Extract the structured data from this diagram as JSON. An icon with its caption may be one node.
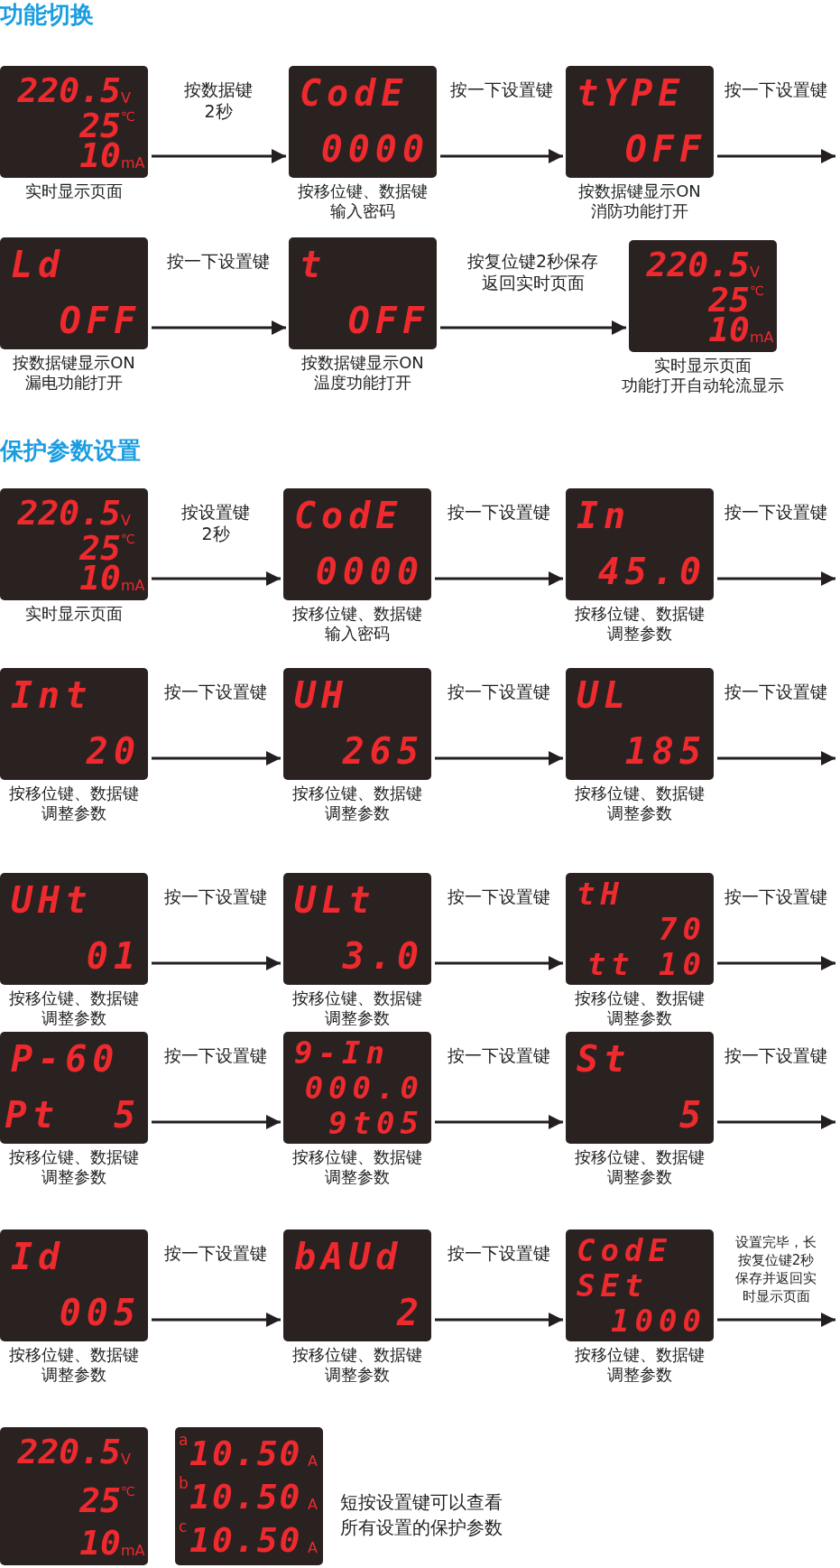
{
  "diagram": {
    "nodes": [
      {
        "text": [
          "220.5",
          "V",
          "25",
          "℃",
          "10",
          "mA"
        ],
        "beside": [
          "实时显示页面"
        ]
      },
      {
        "text": [
          "CodE",
          "0000"
        ],
        "beside": [
          "按移位键、数据键",
          "输入密码"
        ]
      },
      {
        "text": [
          "tYPE",
          "OFF"
        ],
        "beside": [
          "按数据键显示ON",
          "消防功能打开"
        ]
      },
      {
        "text": [
          "Ld",
          "OFF"
        ],
        "beside": [
          "按数据键显示ON",
          "漏电功能打开"
        ]
      },
      {
        "text": [
          "t",
          "OFF"
        ],
        "beside": [
          "按数据键显示ON",
          "温度功能打开"
        ]
      },
      {
        "text": [
          "220.5",
          "V",
          "25",
          "℃",
          "10",
          "mA"
        ],
        "beside": [
          "实时显示页面",
          "功能打开自动轮流显示"
        ]
      },
      {
        "text": [
          "220.5",
          "V",
          "25",
          "℃",
          "10",
          "mA"
        ],
        "beside": [
          "实时显示页面"
        ]
      },
      {
        "text": [
          "CodE",
          "0000"
        ],
        "beside": [
          "按移位键、数据键",
          "输入密码"
        ]
      },
      {
        "text": [
          "In",
          "45.0"
        ],
        "beside": [
          "按移位键、数据键",
          "调整参数"
        ]
      },
      {
        "text": [
          "Int",
          "20"
        ],
        "beside": [
          "按移位键、数据键",
          "调整参数"
        ]
      },
      {
        "text": [
          "UH",
          "265"
        ],
        "beside": [
          "按移位键、数据键",
          "调整参数"
        ]
      },
      {
        "text": [
          "UL",
          "185"
        ],
        "beside": [
          "按移位键、数据键",
          "调整参数"
        ]
      },
      {
        "text": [
          "UHt",
          "01"
        ],
        "beside": [
          "按移位键、数据键",
          "调整参数"
        ]
      },
      {
        "text": [
          "ULt",
          "3.0"
        ],
        "beside": [
          "按移位键、数据键",
          "调整参数"
        ]
      },
      {
        "text": [
          "tH",
          "70",
          "tt 10"
        ],
        "beside": [
          "按移位键、数据键",
          "调整参数"
        ]
      },
      {
        "text": [
          "P-60",
          "Pt  5"
        ],
        "beside": [
          "按移位键、数据键",
          "调整参数"
        ]
      },
      {
        "text": [
          "9-In",
          "000.0",
          "9t05"
        ],
        "beside": [
          "按移位键、数据键",
          "调整参数"
        ]
      },
      {
        "text": [
          "St",
          "5"
        ],
        "beside": [
          "按移位键、数据键",
          "调整参数"
        ]
      },
      {
        "text": [
          "Id",
          "005"
        ],
        "beside": [
          "按移位键、数据键",
          "调整参数"
        ]
      },
      {
        "text": [
          "bAUd",
          "2"
        ],
        "beside": [
          "按移位键、数据键",
          "调整参数"
        ]
      },
      {
        "text": [
          "CodE",
          "SEt",
          "1000"
        ],
        "beside": [
          "按移位键、数据键",
          "调整参数"
        ]
      },
      {
        "text": [
          "220.5",
          "V",
          "25",
          "℃",
          "10",
          "mA"
        ]
      },
      {
        "text": [
          "a",
          "10.50",
          "A",
          "b",
          "10.50",
          "A",
          "c",
          "10.50",
          "A"
        ]
      }
    ],
    "edges": [
      {
        "from": 0,
        "to": 1,
        "arrow": "to",
        "label": "按数据键2秒"
      },
      {
        "from": 1,
        "to": 2,
        "arrow": "to",
        "label": "按一下设置键"
      },
      {
        "from": 2,
        "to": null,
        "arrow": "to",
        "label": "按一下设置键"
      },
      {
        "from": 3,
        "to": 4,
        "arrow": "to",
        "label": "按一下设置键"
      },
      {
        "from": 4,
        "to": 5,
        "arrow": "to",
        "label": "按复位键2秒保存返回实时页面"
      },
      {
        "from": 6,
        "to": 7,
        "arrow": "to",
        "label": "按设置键2秒"
      },
      {
        "from": 7,
        "to": 8,
        "arrow": "to",
        "label": "按一下设置键"
      },
      {
        "from": 8,
        "to": null,
        "arrow": "to",
        "label": "按一下设置键"
      },
      {
        "from": 9,
        "to": 10,
        "arrow": "to",
        "label": "按一下设置键"
      },
      {
        "from": 10,
        "to": 11,
        "arrow": "to",
        "label": "按一下设置键"
      },
      {
        "from": 11,
        "to": null,
        "arrow": "to",
        "label": "按一下设置键"
      },
      {
        "from": 12,
        "to": 13,
        "arrow": "to",
        "label": "按一下设置键"
      },
      {
        "from": 13,
        "to": 14,
        "arrow": "to",
        "label": "按一下设置键"
      },
      {
        "from": 14,
        "to": null,
        "arrow": "to",
        "label": "按一下设置键"
      },
      {
        "from": 15,
        "to": 16,
        "arrow": "to",
        "label": "按一下设置键"
      },
      {
        "from": 16,
        "to": 17,
        "arrow": "to",
        "label": "按一下设置键"
      },
      {
        "from": 17,
        "to": null,
        "arrow": "to",
        "label": "按一下设置键"
      },
      {
        "from": 18,
        "to": 19,
        "arrow": "to",
        "label": "按一下设置键"
      },
      {
        "from": 19,
        "to": 20,
        "arrow": "to",
        "label": "按一下设置键"
      },
      {
        "from": 20,
        "to": null,
        "arrow": "to",
        "label": "设置完毕，长按复位键2秒保存并返回实时显示页面"
      }
    ],
    "labels": [
      "功能切换",
      "保护参数设置",
      "短按设置键可以查看所有设置的保护参数"
    ]
  }
}
